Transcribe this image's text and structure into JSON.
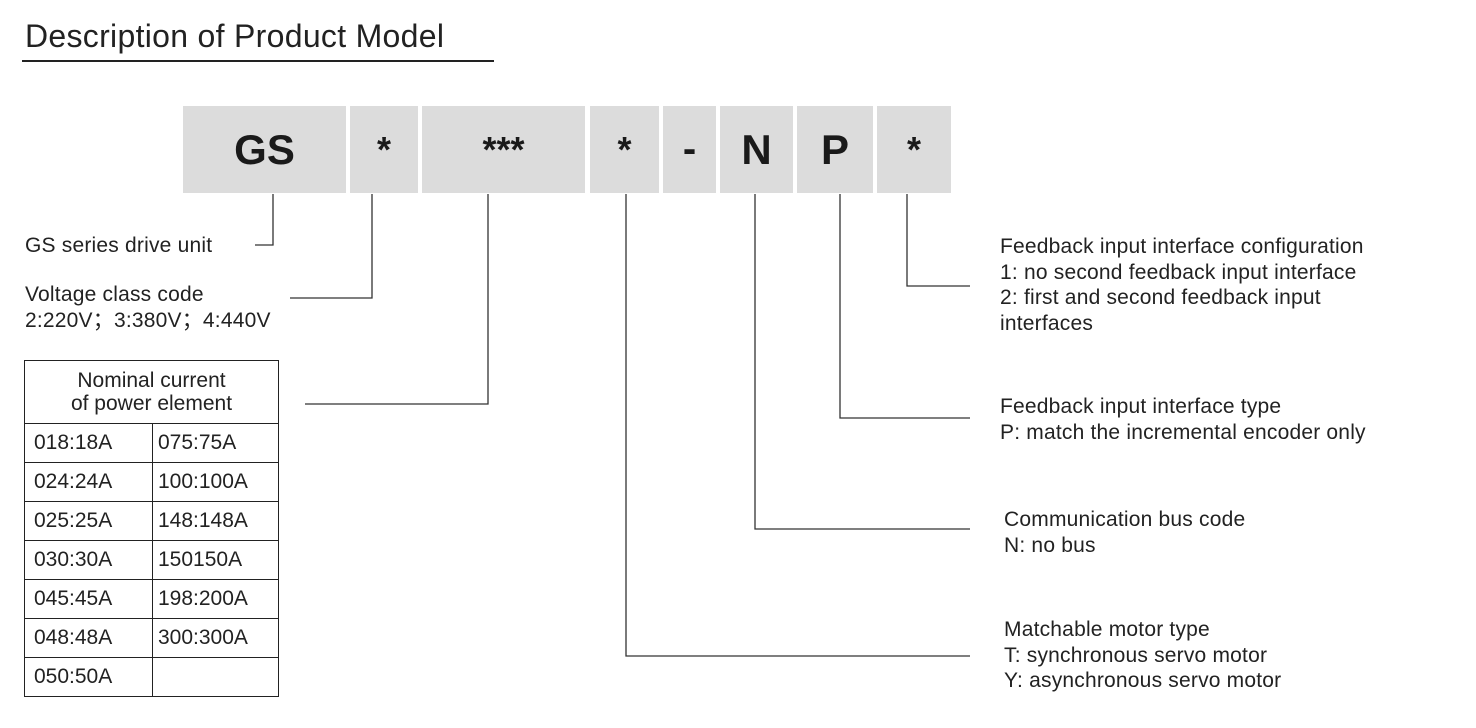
{
  "title": "Description of Product Model",
  "model_code": [
    "GS",
    "*",
    "***",
    "*",
    "-",
    "N",
    "P",
    "*"
  ],
  "labels": {
    "series": "GS series drive unit",
    "voltage": [
      "Voltage class code",
      "2:220V；3:380V；4:440V"
    ],
    "feedback_config": [
      "Feedback input interface configuration",
      "1: no second feedback input interface",
      "2: first and second feedback input",
      "interfaces"
    ],
    "feedback_type": [
      "Feedback input interface type",
      "P: match the incremental encoder only"
    ],
    "bus": [
      "Communication bus code",
      "N: no bus"
    ],
    "motor": [
      "Matchable motor type",
      "T: synchronous servo motor",
      "Y: asynchronous servo motor"
    ]
  },
  "current_table": {
    "header": [
      "Nominal current",
      "of power element"
    ],
    "rows": [
      [
        "018:18A",
        "075:75A"
      ],
      [
        "024:24A",
        "100:100A"
      ],
      [
        "025:25A",
        "148:148A"
      ],
      [
        "030:30A",
        "150150A"
      ],
      [
        "045:45A",
        "198:200A"
      ],
      [
        "048:48A",
        "300:300A"
      ],
      [
        "050:50A",
        ""
      ]
    ]
  },
  "colors": {
    "box_fill": "#dcdcdc",
    "text": "#222222",
    "line": "#333333"
  }
}
